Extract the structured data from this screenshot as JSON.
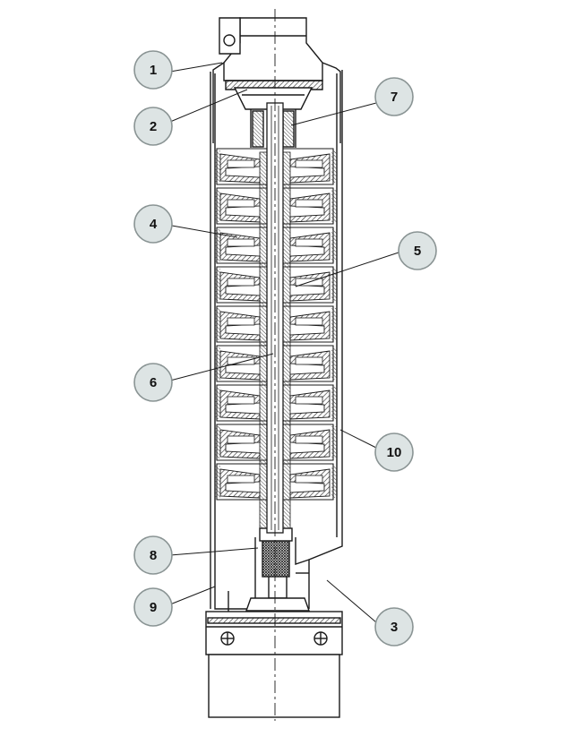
{
  "diagram": {
    "subject": "submersible-pump-cross-section",
    "colors": {
      "line": "#1a1a1a",
      "callout_fill": "#dde4e4",
      "callout_stroke": "#8a9494",
      "hatch": "#333333"
    },
    "callouts": [
      {
        "id": "c1",
        "label": "1"
      },
      {
        "id": "c2",
        "label": "2"
      },
      {
        "id": "c3",
        "label": "3"
      },
      {
        "id": "c4",
        "label": "4"
      },
      {
        "id": "c5",
        "label": "5"
      },
      {
        "id": "c6",
        "label": "6"
      },
      {
        "id": "c7",
        "label": "7"
      },
      {
        "id": "c8",
        "label": "8"
      },
      {
        "id": "c9",
        "label": "9"
      },
      {
        "id": "c10",
        "label": "10"
      }
    ]
  }
}
